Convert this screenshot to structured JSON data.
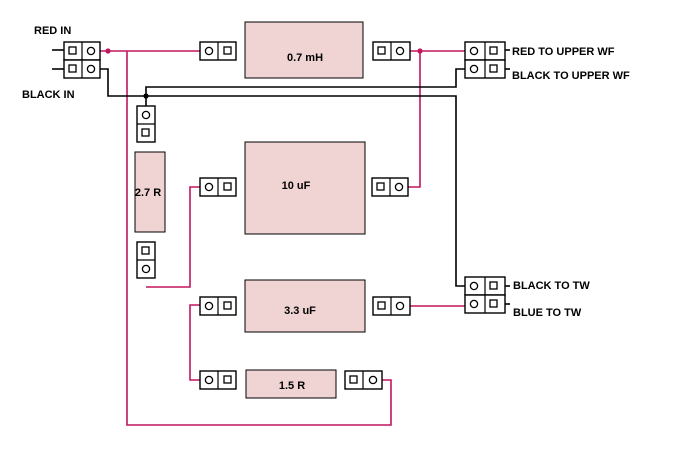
{
  "labels": {
    "red_in": "RED IN",
    "black_in": "BLACK IN",
    "red_upper_wf": "RED TO UPPER WF",
    "black_upper_wf": "BLACK TO UPPER WF",
    "black_tw": "BLACK TO TW",
    "blue_tw": "BLUE TO TW"
  },
  "components": {
    "inductor": "0.7 mH",
    "cap_10": "10 uF",
    "resistor_27": "2.7 R",
    "cap_33": "3.3 uF",
    "resistor_15": "1.5 R"
  },
  "colors": {
    "red_wire": "#c0175d",
    "black_wire": "#000000",
    "component_fill": "#f0d4d4"
  }
}
